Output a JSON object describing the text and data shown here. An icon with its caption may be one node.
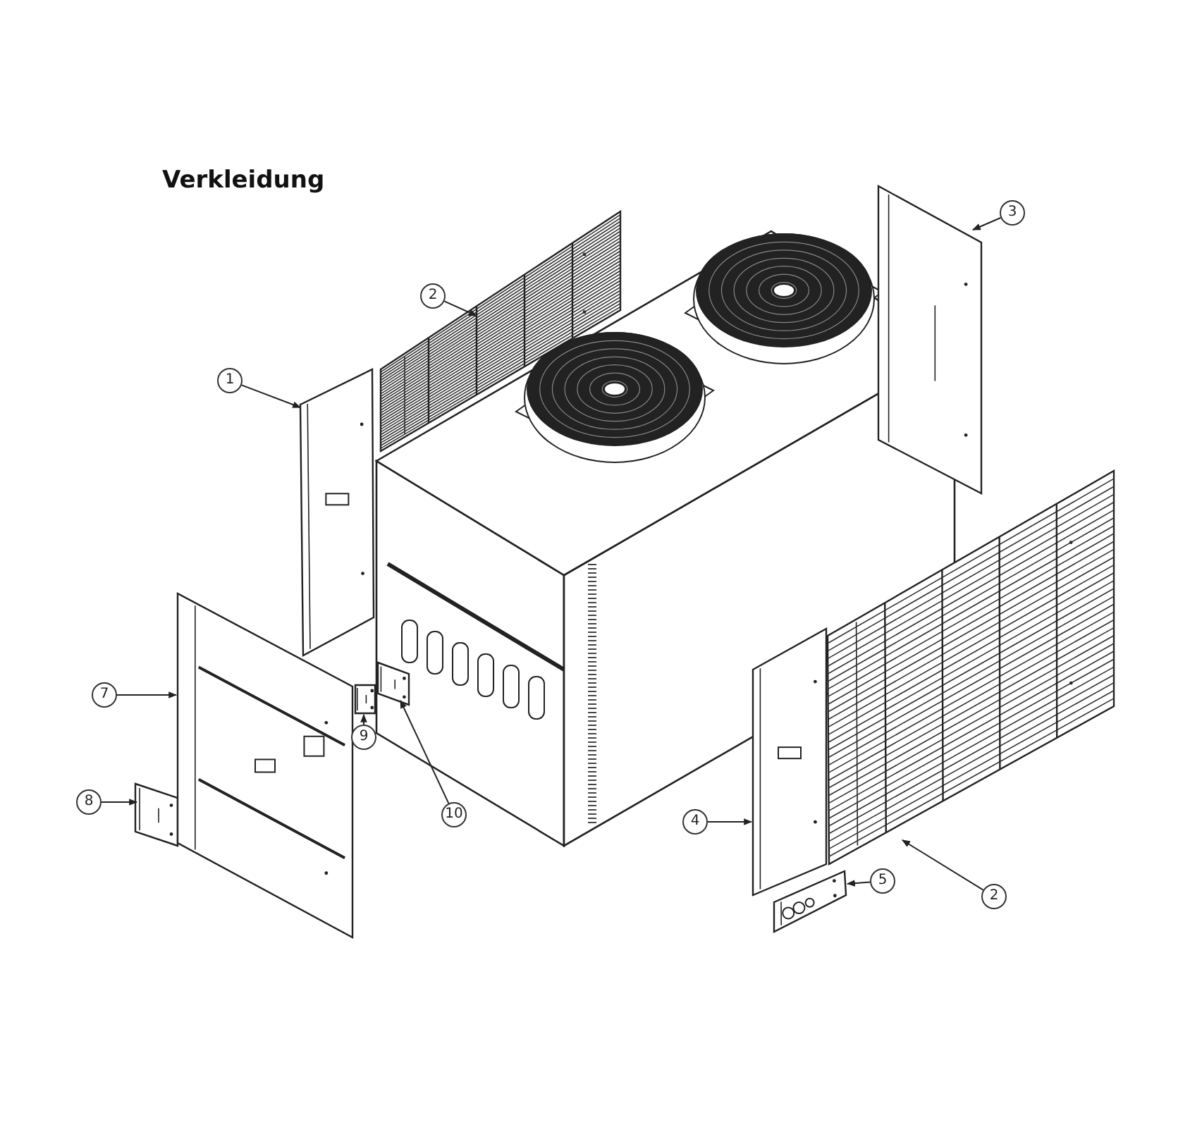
{
  "diagram": {
    "title": "Verkleidung",
    "nodes": [
      {
        "text": [
          "3"
        ]
      },
      {
        "text": [
          "2"
        ]
      },
      {
        "text": [
          "1"
        ]
      },
      {
        "text": [
          "7"
        ]
      },
      {
        "text": [
          "9"
        ]
      },
      {
        "text": [
          "8"
        ]
      },
      {
        "text": [
          "10"
        ]
      },
      {
        "text": [
          "4"
        ]
      },
      {
        "text": [
          "5"
        ]
      },
      {
        "text": [
          "2"
        ]
      },
      {
        "text": [],
        "shape": "picture"
      },
      {
        "text": [],
        "shape": "picture"
      },
      {
        "text": [],
        "shape": "picture"
      },
      {
        "text": [],
        "shape": "picture"
      },
      {
        "text": [],
        "shape": "picture"
      },
      {
        "text": [],
        "shape": "picture"
      },
      {
        "text": [],
        "shape": "picture"
      },
      {
        "text": [],
        "shape": "picture"
      },
      {
        "text": [],
        "shape": "picture"
      },
      {
        "text": [],
        "shape": "picture"
      }
    ],
    "edges": [
      {
        "from": 0,
        "to": 19,
        "arrow": "to"
      },
      {
        "from": 1,
        "to": 15,
        "arrow": "to"
      },
      {
        "from": 2,
        "to": 12,
        "arrow": "to"
      },
      {
        "from": 3,
        "to": 11,
        "arrow": "to"
      },
      {
        "from": 4,
        "to": 13,
        "arrow": "to"
      },
      {
        "from": 5,
        "to": 10,
        "arrow": "to"
      },
      {
        "from": 6,
        "to": 14,
        "arrow": "to"
      },
      {
        "from": 7,
        "to": 16,
        "arrow": "to"
      },
      {
        "from": 8,
        "to": 17,
        "arrow": "to"
      },
      {
        "from": 9,
        "to": 18,
        "arrow": "to"
      }
    ]
  }
}
